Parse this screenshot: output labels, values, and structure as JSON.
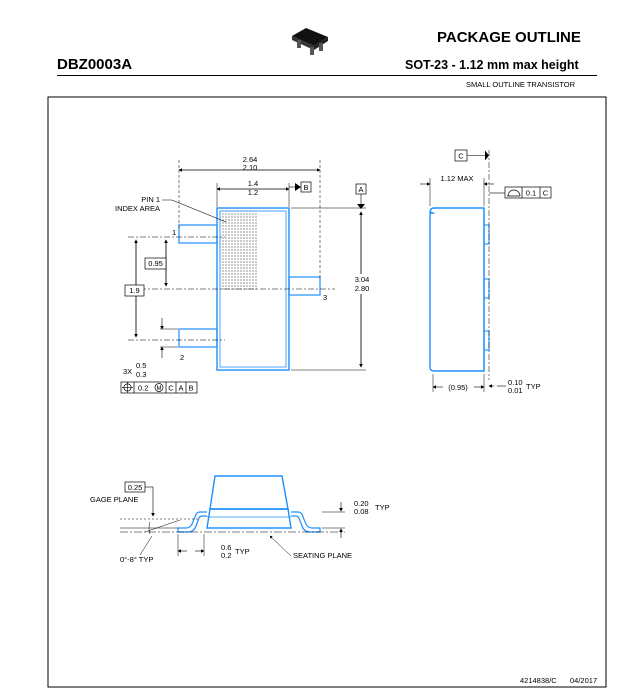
{
  "header": {
    "title": "PACKAGE OUTLINE",
    "part_number": "DBZ0003A",
    "subtitle": "SOT-23 - 1.12 mm max height",
    "description": "SMALL OUTLINE TRANSISTOR"
  },
  "top_view": {
    "width_max": "2.64",
    "width_min": "2.10",
    "body_w_max": "1.4",
    "body_w_min": "1.2",
    "datum_b": "B",
    "datum_a": "A",
    "pin1_label_line1": "PIN 1",
    "pin1_label_line2": "INDEX AREA",
    "pin_1": "1",
    "pin_2": "2",
    "pin_3": "3",
    "pitch": "0.95",
    "span": "1.9",
    "len_max": "3.04",
    "len_min": "2.80",
    "lead_count": "3X",
    "lead_w_max": "0.5",
    "lead_w_min": "0.3",
    "fcf_tol": "0.2",
    "fcf_mmc": "M",
    "fcf_c": "C",
    "fcf_a": "A",
    "fcf_b": "B"
  },
  "side_view": {
    "datum_c": "C",
    "height_max": "1.12 MAX",
    "flatness_tol": "0.1",
    "flatness_datum": "C",
    "foot_ref": "(0.95)",
    "standoff_max": "0.10",
    "standoff_min": "0.01",
    "typ": "TYP"
  },
  "detail_view": {
    "gage_val": "0.25",
    "gage_label": "GAGE PLANE",
    "thick_max": "0.20",
    "thick_min": "0.08",
    "typ": "TYP",
    "angle": "0°-8° TYP",
    "foot_max": "0.6",
    "foot_min": "0.2",
    "foot_typ": "TYP",
    "seating_plane": "SEATING PLANE"
  },
  "footer": {
    "doc_id": "4214838/C",
    "date": "04/2017"
  },
  "colors": {
    "outline": "#1e90ff",
    "stroke": "#000000"
  }
}
